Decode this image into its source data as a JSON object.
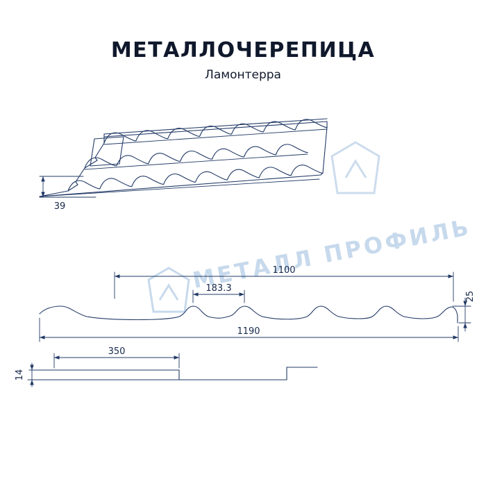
{
  "header": {
    "title": "МЕТАЛЛОЧЕРЕПИЦА",
    "subtitle": "Ламонтерра"
  },
  "watermark": {
    "text": "МЕТАЛЛ ПРОФИЛЬ"
  },
  "dims": {
    "eave_height": "39",
    "cover_width": "1100",
    "wave_pitch": "183.3",
    "profile_height": "25",
    "overall_width": "1190",
    "module_length": "350",
    "step_height": "14"
  },
  "colors": {
    "line": "#223a66",
    "dimension_text": "#16284a",
    "title": "#10182c",
    "watermark": "#c7d9ec",
    "background": "#ffffff"
  }
}
